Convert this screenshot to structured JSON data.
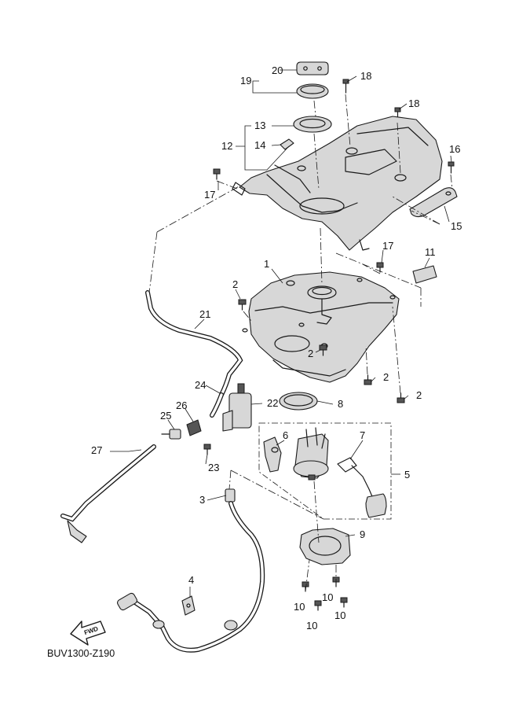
{
  "diagram_code": "BUV1300-Z190",
  "fwd_label": "FWD",
  "callouts": [
    "1",
    "2",
    "2",
    "2",
    "2",
    "3",
    "4",
    "5",
    "6",
    "7",
    "8",
    "9",
    "10",
    "10",
    "10",
    "10",
    "11",
    "12",
    "13",
    "14",
    "15",
    "16",
    "17",
    "17",
    "18",
    "18",
    "19",
    "20",
    "21",
    "22",
    "23",
    "24",
    "25",
    "26",
    "27"
  ]
}
